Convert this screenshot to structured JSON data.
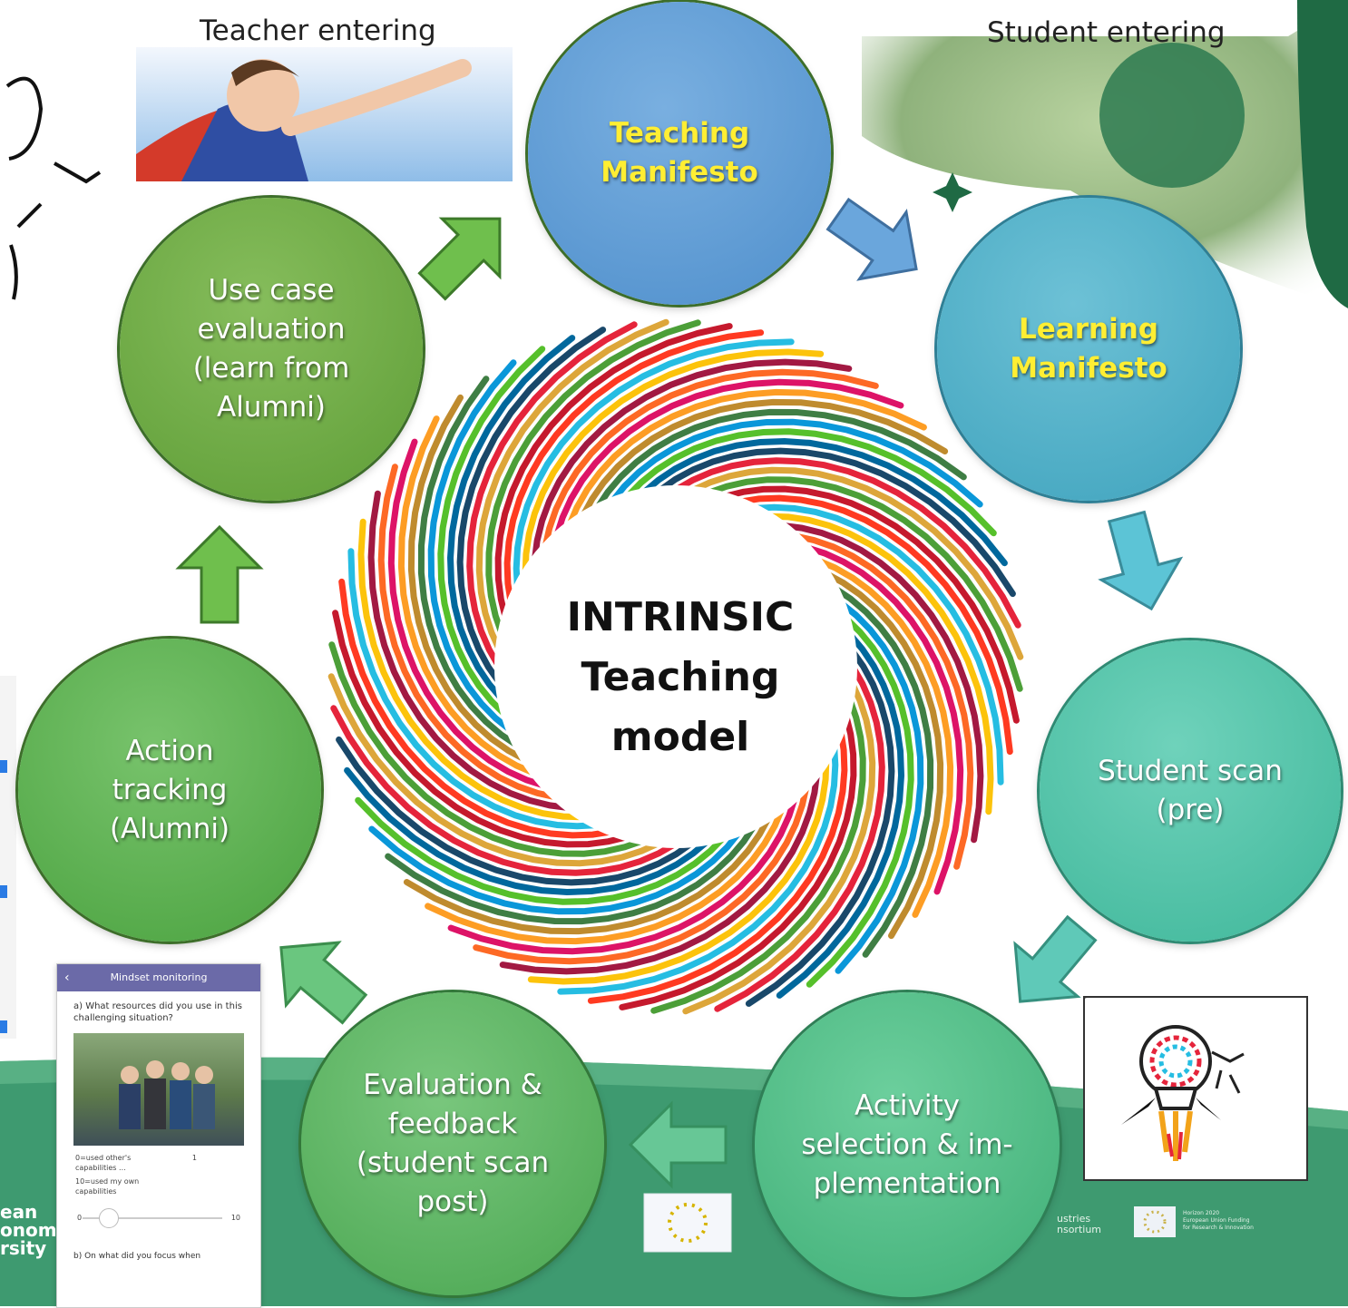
{
  "labels": {
    "teacher_entering": "Teacher entering",
    "student_entering": "Student entering"
  },
  "center_title": [
    "INTRINSIC",
    "Teaching",
    "model"
  ],
  "nodes": [
    {
      "id": "teaching-manifesto",
      "text": "Teaching\nManifesto",
      "highlight": true,
      "color": "#5b9bd5"
    },
    {
      "id": "learning-manifesto",
      "text": "Learning\nManifesto",
      "highlight": true,
      "color": "#4bacc6"
    },
    {
      "id": "student-scan-pre",
      "text": "Student scan\n(pre)",
      "highlight": false,
      "color": "#4fc2a8"
    },
    {
      "id": "activity-selection",
      "text": "Activity\nselection & im-\nplementation",
      "highlight": false,
      "color": "#4cb983"
    },
    {
      "id": "evaluation-feedback",
      "text": "Evaluation &\nfeedback\n(student scan\npost)",
      "highlight": false,
      "color": "#58b45f"
    },
    {
      "id": "action-tracking",
      "text": "Action\ntracking\n(Alumni)",
      "highlight": false,
      "color": "#5ab04e"
    },
    {
      "id": "use-case-evaluation",
      "text": "Use case\nevaluation\n(learn from\nAlumni)",
      "highlight": false,
      "color": "#6aaa3f"
    }
  ],
  "phone": {
    "title": "Mindset monitoring",
    "question_a": "a) What resources did you use in this challenging situation?",
    "scale_low": "0=used other's capabilities ...",
    "scale_high": "10=used my own capabilities",
    "scale_value": "1",
    "slider_min": "0",
    "slider_max": "10",
    "question_b": "b) On what did you focus when"
  },
  "footer_fragments": {
    "left": [
      "ean",
      "onom",
      "rsity"
    ],
    "right_a": [
      "ustries",
      "nsortium"
    ],
    "right_b": [
      "Horizon 2020",
      "European Union Funding",
      "for Research & Innovation"
    ]
  },
  "colors": {
    "band": "#3e9a70",
    "band_light": "#5fb58a",
    "sdg": [
      "#e5243b",
      "#dda63a",
      "#4c9f38",
      "#c5192d",
      "#ff3a21",
      "#26bde2",
      "#fcc30b",
      "#a21942",
      "#fd6925",
      "#dd1367",
      "#fd9d24",
      "#bf8b2e",
      "#3f7e44",
      "#0a97d9",
      "#56c02b",
      "#00689d",
      "#19486a"
    ]
  }
}
